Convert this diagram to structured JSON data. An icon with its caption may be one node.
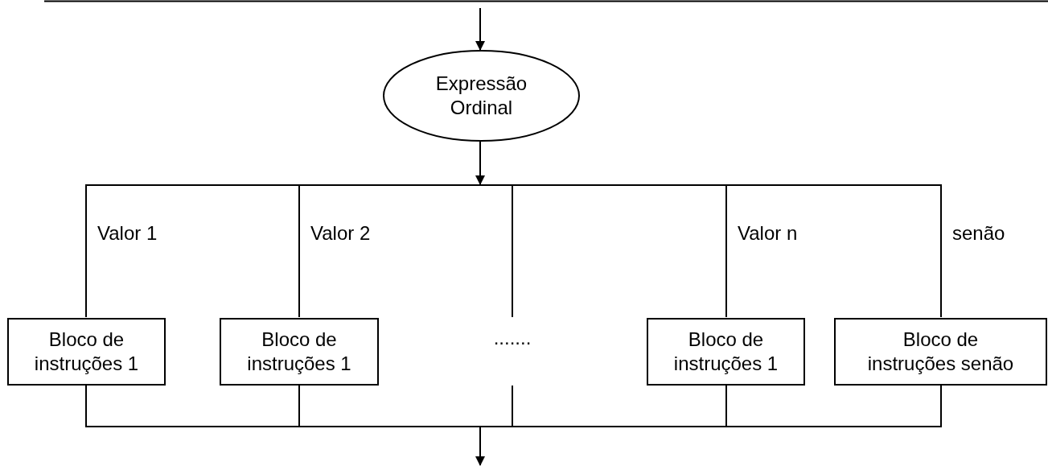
{
  "diagram": {
    "nodes": [
      {
        "text": [
          "Expressão Ordinal"
        ]
      },
      {
        "text": [],
        "shape": "bar"
      },
      {
        "text": [
          "Bloco de instruções 1"
        ]
      },
      {
        "text": [
          "Bloco de instruções 1"
        ]
      },
      {
        "text": [
          "......."
        ]
      },
      {
        "text": [
          "Bloco de instruções 1"
        ]
      },
      {
        "text": [
          "Bloco de instruções senão"
        ]
      },
      {
        "text": [],
        "shape": "bar"
      }
    ],
    "edges": [
      {
        "from": null,
        "to": 0,
        "arrow": "to"
      },
      {
        "from": 0,
        "to": 1,
        "arrow": "to"
      },
      {
        "from": 1,
        "to": 2,
        "arrow": "none",
        "label": "Valor 1"
      },
      {
        "from": 1,
        "to": 3,
        "arrow": "none",
        "label": "Valor 2"
      },
      {
        "from": 1,
        "to": 4,
        "arrow": "none"
      },
      {
        "from": 1,
        "to": 5,
        "arrow": "none",
        "label": "Valor n"
      },
      {
        "from": 1,
        "to": 6,
        "arrow": "none",
        "label": "senão"
      },
      {
        "from": 2,
        "to": 7,
        "arrow": "none"
      },
      {
        "from": 3,
        "to": 7,
        "arrow": "none"
      },
      {
        "from": 4,
        "to": 7,
        "arrow": "none"
      },
      {
        "from": 5,
        "to": 7,
        "arrow": "none"
      },
      {
        "from": 6,
        "to": 7,
        "arrow": "none"
      },
      {
        "from": 7,
        "to": null,
        "arrow": "to"
      }
    ]
  }
}
